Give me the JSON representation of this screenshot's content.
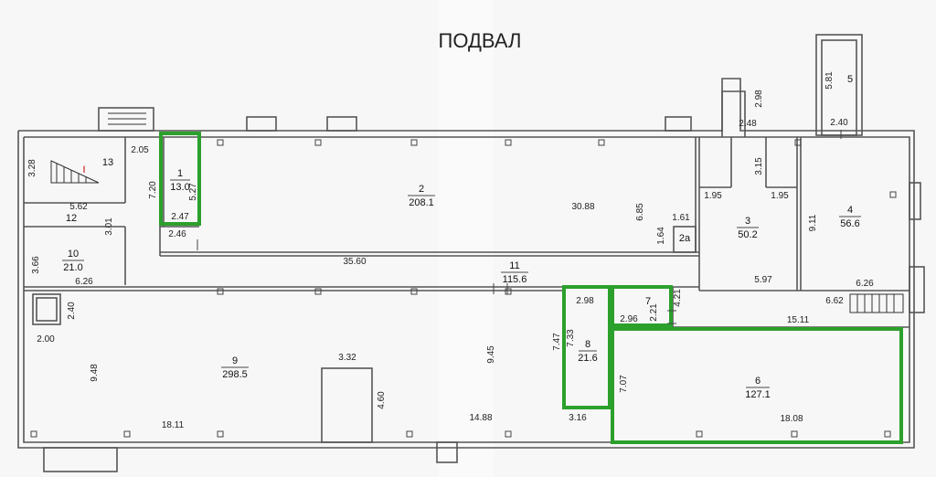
{
  "title": "ПОДВАЛ",
  "colors": {
    "wall": "#555555",
    "highlight": "#2ca02c",
    "paper": "#f7f7f7",
    "accent": "#cc0000"
  },
  "rooms": {
    "r1": {
      "id": "1",
      "area": "13.0"
    },
    "r2": {
      "id": "2",
      "area": "208.1"
    },
    "r2a": {
      "id": "2а"
    },
    "r3": {
      "id": "3",
      "area": "50.2"
    },
    "r4": {
      "id": "4",
      "area": "56.6"
    },
    "r5": {
      "id": "5"
    },
    "r6": {
      "id": "6",
      "area": "127.1"
    },
    "r7": {
      "id": "7"
    },
    "r8": {
      "id": "8",
      "area": "21.6"
    },
    "r9": {
      "id": "9",
      "area": "298.5"
    },
    "r10": {
      "id": "10",
      "area": "21.0"
    },
    "r11": {
      "id": "11",
      "area": "115.6"
    },
    "r12": {
      "id": "12"
    },
    "r13": {
      "id": "13"
    }
  },
  "stair_mark": "I",
  "dims": {
    "d328": "3.28",
    "d205": "2.05",
    "d720": "7.20",
    "d527": "5.27",
    "d562": "5.62",
    "d247": "2.47",
    "d246": "2.46",
    "d301": "3.01",
    "d366": "3.66",
    "d626a": "6.26",
    "d3560": "35.60",
    "d3088": "30.88",
    "d685": "6.85",
    "d161": "1.61",
    "d164": "1.64",
    "d298a": "2.98",
    "d248": "2.48",
    "d315": "3.15",
    "d195a": "1.95",
    "d195b": "1.95",
    "d581": "5.81",
    "d240a": "2.40",
    "d911": "9.11",
    "d597": "5.97",
    "d626b": "6.26",
    "d662": "6.62",
    "d421": "4.21",
    "d298b": "2.98",
    "d221": "2.21",
    "d296": "2.96",
    "d1511": "15.11",
    "d747": "7.47",
    "d733": "7.33",
    "d707": "7.07",
    "d240b": "2.40",
    "d200": "2.00",
    "d948": "9.48",
    "d332": "3.32",
    "d460": "4.60",
    "d945": "9.45",
    "d1811": "18.11",
    "d1488": "14.88",
    "d316": "3.16",
    "d1808": "18.08"
  }
}
